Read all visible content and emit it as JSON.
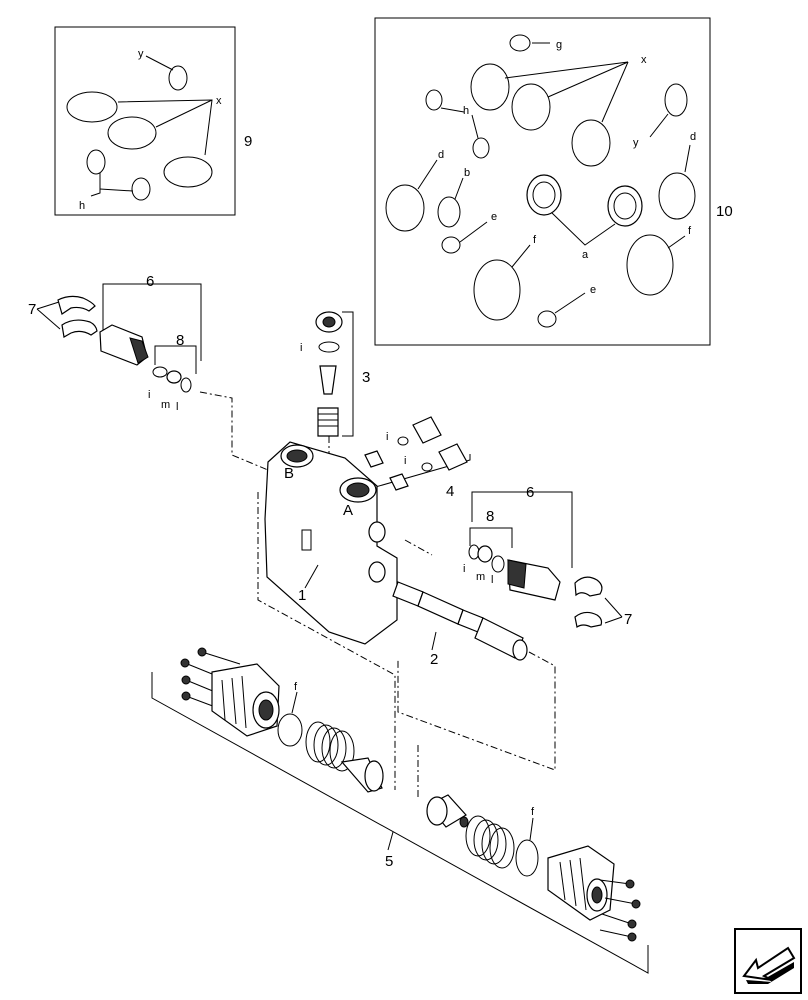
{
  "callouts": {
    "c1": "1",
    "c2": "2",
    "c3": "3",
    "c4": "4",
    "c5": "5",
    "c6a": "6",
    "c6b": "6",
    "c7a": "7",
    "c7b": "7",
    "c8a": "8",
    "c8b": "8",
    "c9": "9",
    "c10": "10"
  },
  "port_marks": {
    "a": "A",
    "b": "B"
  },
  "kit9_letters": {
    "y": "y",
    "x": "x",
    "h": "h"
  },
  "kit10_letters": {
    "g": "g",
    "x": "x",
    "h": "h",
    "y": "y",
    "d1": "d",
    "d2": "d",
    "b": "b",
    "e1": "e",
    "e2": "e",
    "a": "a",
    "f1": "f",
    "f2": "f"
  },
  "seal_letters": {
    "i1": "i",
    "i2": "i",
    "i3": "i",
    "i4": "i",
    "m1": "m",
    "m2": "m",
    "l1": "l",
    "l2": "l",
    "f1": "f",
    "f2": "f"
  },
  "nav_icon": "arrow-back-icon"
}
